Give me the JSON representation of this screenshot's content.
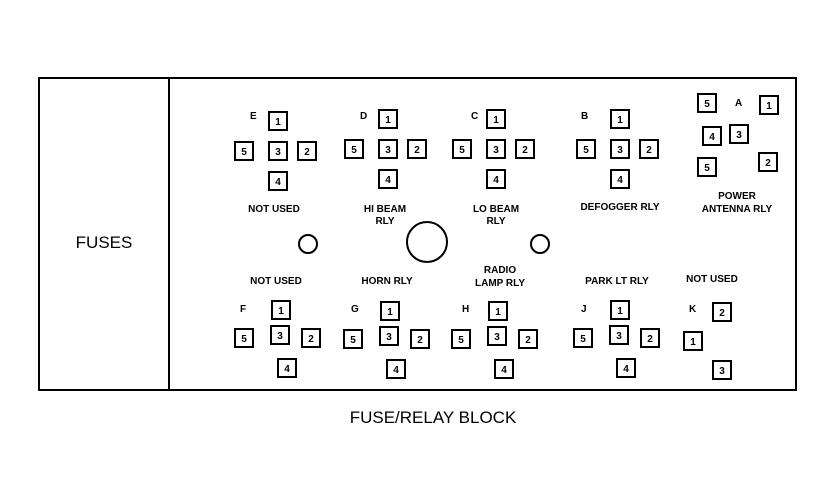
{
  "side_label": "FUSES",
  "caption": "FUSE/RELAY BLOCK",
  "top_groups": [
    {
      "letter": "E",
      "relay": "NOT USED",
      "relay2": ""
    },
    {
      "letter": "D",
      "relay": "HI BEAM",
      "relay2": "RLY"
    },
    {
      "letter": "C",
      "relay": "LO BEAM",
      "relay2": "RLY"
    },
    {
      "letter": "B",
      "relay": "DEFOGGER RLY",
      "relay2": ""
    }
  ],
  "group_a": {
    "letter": "A",
    "relay": "POWER",
    "relay2": "ANTENNA RLY"
  },
  "bottom_groups": [
    {
      "letter": "F",
      "relay": "NOT USED",
      "relay2": ""
    },
    {
      "letter": "G",
      "relay": "HORN RLY",
      "relay2": ""
    },
    {
      "letter": "H",
      "relay": "RADIO",
      "relay2": "LAMP RLY"
    },
    {
      "letter": "J",
      "relay": "PARK LT RLY",
      "relay2": ""
    }
  ],
  "group_k": {
    "letter": "K",
    "relay": "NOT USED",
    "relay2": ""
  },
  "pins": {
    "p1": "1",
    "p2": "2",
    "p3": "3",
    "p4": "4",
    "p5": "5"
  }
}
